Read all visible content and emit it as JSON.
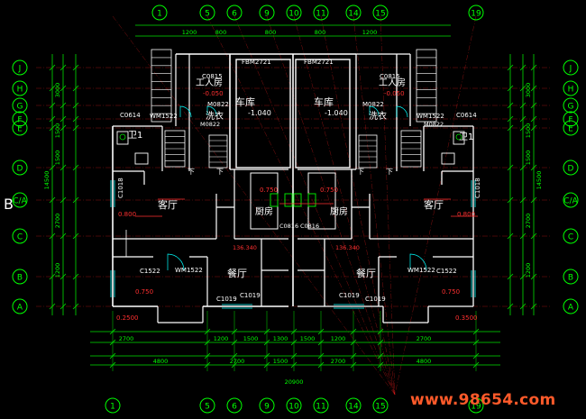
{
  "watermark": "www.98654.com",
  "colors": {
    "wall": "#ffffff",
    "axis": "#ff2020",
    "dim": "#00e000",
    "text_green": "#00ff00",
    "label": "#ffffff",
    "cyan": "#00ffff",
    "red": "#ff3030",
    "yellow": "#ffff00",
    "bubble": "#00ff00",
    "magenta": "#ff40ff",
    "watermark": "#ff5a2a"
  },
  "grid_rows_left": [
    "J",
    "H",
    "G",
    "F",
    "E",
    "D",
    "C/A",
    "C",
    "B",
    "A"
  ],
  "grid_rows_right": [
    "J",
    "H",
    "G",
    "F",
    "E",
    "D",
    "C/A",
    "C",
    "B",
    "A"
  ],
  "grid_cols_top": [
    "1",
    "5",
    "6",
    "9",
    "10",
    "11",
    "14",
    "15",
    "19"
  ],
  "grid_cols_bottom": [
    "1",
    "5",
    "6",
    "9",
    "10",
    "11",
    "14",
    "15",
    "19"
  ],
  "section_mark": "B",
  "rooms": {
    "garage_l": "车库",
    "garage_r": "车库",
    "living_l": "客厅",
    "living_r": "客厅",
    "dining_l": "餐厅",
    "dining_r": "餐厅",
    "kitchen_l": "厨房",
    "kitchen_r": "厨房",
    "maid_l": "工人房",
    "maid_r": "工人房",
    "laundry_l": "洗衣",
    "laundry_r": "洗衣",
    "wc_l": "卫1",
    "wc_r": "卫1"
  },
  "levels": {
    "garage_l": "-1.040",
    "garage_r": "-1.040",
    "maid_l": "-0.050",
    "maid_r": "-0.050",
    "living_l": "0.800",
    "living_r": "0.800",
    "kitchen_l": "0.750",
    "kitchen_r": "0.750",
    "dining_l": "0.750",
    "dining_r": "0.750",
    "entry_l": "0.2500",
    "entry_r": "0.3500"
  },
  "doors": {
    "fbm_l": "FBM2721",
    "fbm_r": "FBM2721",
    "c0815_l": "C0815",
    "c0815_r": "C0815",
    "m0822_l": "M0822",
    "m0822_r": "M0822",
    "c0614_l": "C0614",
    "c0614_r": "C0614",
    "wm1522_l": "WM1522",
    "wm1522_r": "WM1522",
    "c1018_l": "C1018",
    "c1018_r": "C1018",
    "c1522_l": "C1522",
    "c1522_r": "C1522",
    "wm1522b_l": "WM1522",
    "wm1522b_r": "WM1522",
    "c0816_l": "C0816",
    "c0816_r": "C0816",
    "c1019a_l": "C1019",
    "c1019b_l": "C1019",
    "c1019a_r": "C1019",
    "c1019b_r": "C1019",
    "m0822b_l": "M0822",
    "m0822b_r": "M0822"
  },
  "notes": {
    "down_1": "下",
    "down_2": "下",
    "down_3": "下",
    "down_4": "下",
    "level_note_l": "136.340",
    "level_note_r": "136.340"
  },
  "dims_bottom_1": [
    "2700",
    "1200",
    "1500",
    "1300",
    "1500",
    "1200",
    "2700"
  ],
  "dims_bottom_2": [
    "4800",
    "2700",
    "1500",
    "2700",
    "4800"
  ],
  "dims_bottom_3": "20900",
  "dims_top": [
    "1200",
    "800",
    "800",
    "800",
    "1200"
  ],
  "dims_left": [
    "3000",
    "1500",
    "1500",
    "2700",
    "1200"
  ],
  "dims_right": [
    "3000",
    "1500",
    "1500",
    "2700",
    "1200"
  ],
  "dims_left_outer": "14500",
  "dims_right_outer": "14500"
}
